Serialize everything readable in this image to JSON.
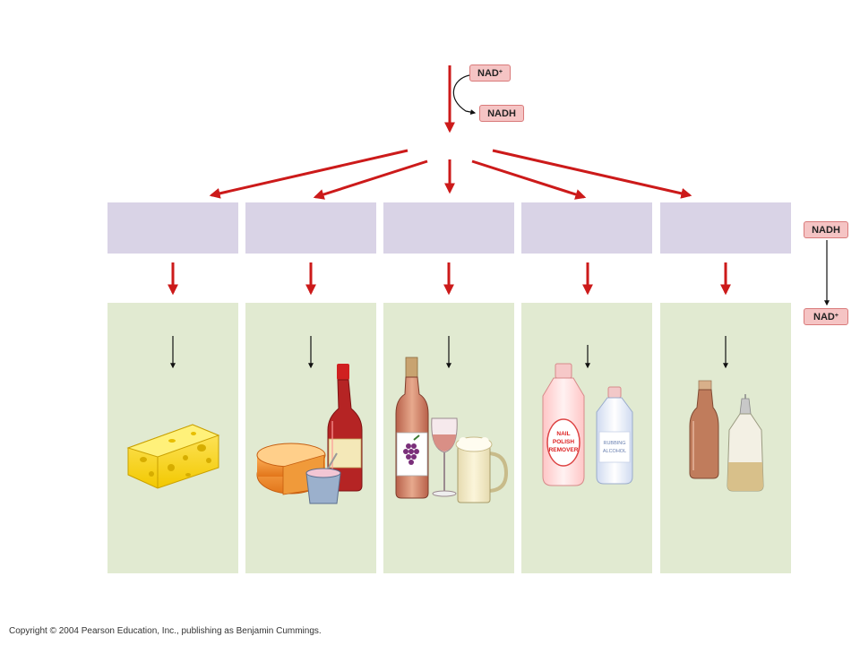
{
  "labels": {
    "nad_plus_base": "NAD",
    "nad_plus_sup": "+",
    "nadh": "NADH"
  },
  "copyright": "Copyright © 2004 Pearson Education, Inc., publishing as Benjamin Cummings.",
  "panels": [
    {
      "product": "swiss-cheese"
    },
    {
      "product": "cheese-yogurt-hot-sauce"
    },
    {
      "product": "wine-beer"
    },
    {
      "product": "nail-polish-remover-rubbing-alcohol"
    },
    {
      "product": "vinegar-bottles"
    }
  ],
  "product_labels": {
    "nail_polish_remover": [
      "NAIL",
      "POLISH",
      "REMOVER"
    ],
    "rubbing_alcohol": [
      "RUBBING",
      "ALCOHOL"
    ]
  },
  "colors": {
    "arrow_red": "#cc1a1a",
    "top_box": "#d9d3e6",
    "bottom_box": "#e1ead1",
    "tag_fill": "#f5c4c4"
  }
}
